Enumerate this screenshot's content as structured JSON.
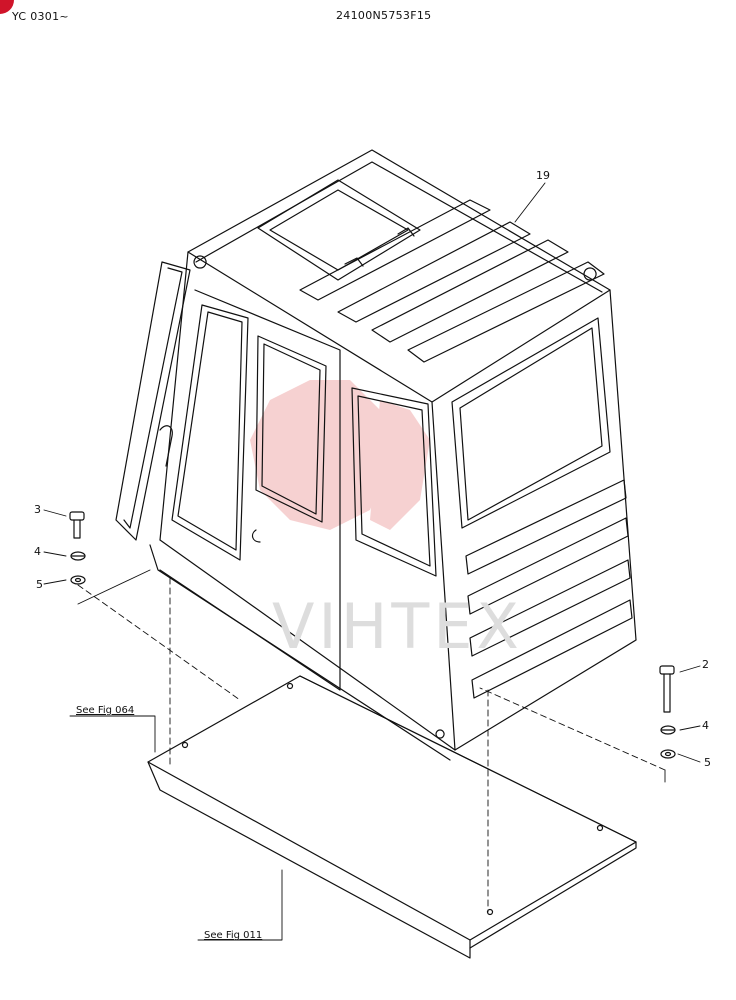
{
  "header": {
    "model_range": "YC 0301~",
    "drawing_number": "24100N5753F15"
  },
  "callouts": {
    "cab": "19",
    "bolt_left": "3",
    "washer_left_a": "4",
    "washer_left_b": "5",
    "bolt_right": "2",
    "washer_right_a": "4",
    "washer_right_b": "5"
  },
  "references": {
    "upper": "See Fig 064",
    "lower": "See Fig 011"
  },
  "watermark": {
    "text": "VIHTEX",
    "color": "#f2b8b8"
  },
  "colors": {
    "line": "#111111",
    "corner_mark": "#d0142a"
  }
}
